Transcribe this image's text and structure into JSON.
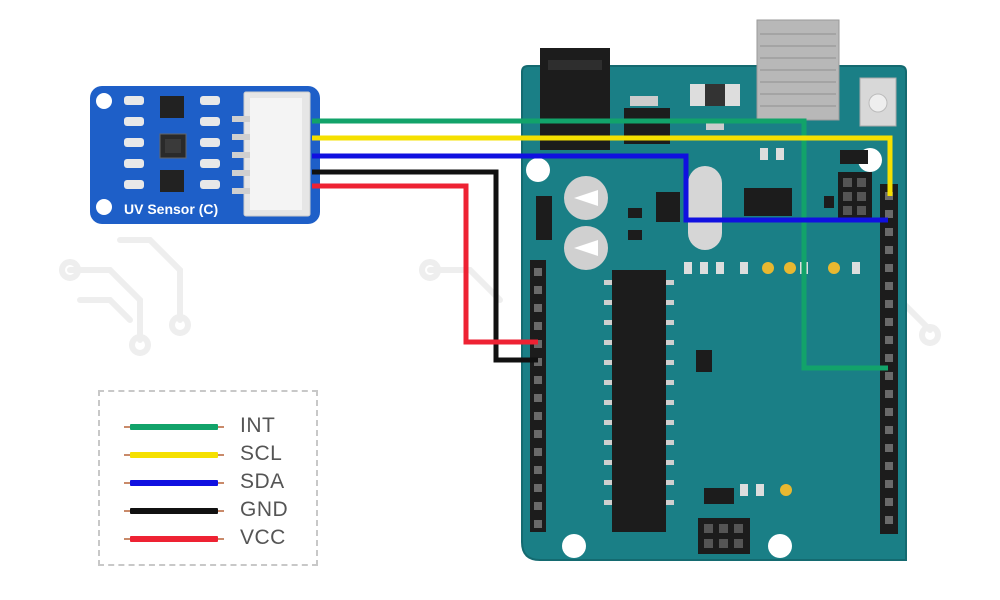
{
  "sensor": {
    "label": "UV Sensor (C)"
  },
  "legend": {
    "items": [
      {
        "label": "INT",
        "color": "#12a36a"
      },
      {
        "label": "SCL",
        "color": "#f5e000"
      },
      {
        "label": "SDA",
        "color": "#1010e0"
      },
      {
        "label": "GND",
        "color": "#111111"
      },
      {
        "label": "VCC",
        "color": "#ee2233"
      }
    ]
  },
  "colors": {
    "board": "#1a7f86",
    "board_edge": "#146a70",
    "sensor_pcb": "#1e5fc8",
    "background": "#ffffff"
  }
}
